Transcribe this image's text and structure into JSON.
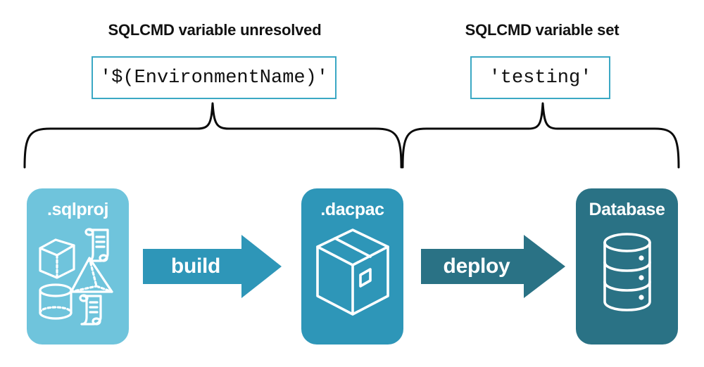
{
  "headings": {
    "left": "SQLCMD variable unresolved",
    "right": "SQLCMD variable set"
  },
  "code_boxes": {
    "left_value": "'$(EnvironmentName)'",
    "right_value": "'testing'"
  },
  "stages": [
    {
      "label": ".sqlproj",
      "icon": "project-artifacts-icon",
      "color": "#6FC4DC"
    },
    {
      "label": ".dacpac",
      "icon": "package-box-icon",
      "color": "#2E96B8"
    },
    {
      "label": "Database",
      "icon": "database-cylinder-icon",
      "color": "#2A7285"
    }
  ],
  "arrows": [
    {
      "label": "build",
      "color": "#2E96B8"
    },
    {
      "label": "deploy",
      "color": "#2A7285"
    }
  ],
  "braces": {
    "left_name": "brace-grouping-build-stage",
    "right_name": "brace-grouping-deploy-stage"
  },
  "colors": {
    "light_blue": "#6FC4DC",
    "medium_teal": "#2E96B8",
    "dark_teal": "#2A7285",
    "code_border": "#3BA8C4",
    "text": "#111111",
    "background": "#ffffff"
  }
}
